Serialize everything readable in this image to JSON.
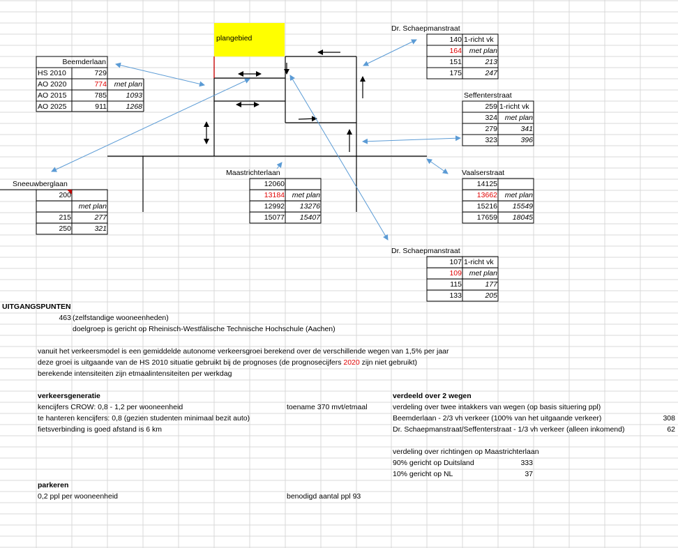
{
  "sheet": {
    "plangebied": "plangebied",
    "beemderlaan": {
      "title": "Beemderlaan",
      "rows": [
        {
          "label": "HS 2010",
          "value": "729",
          "plan": ""
        },
        {
          "label": "AO 2020",
          "value": "774",
          "plan": "met plan"
        },
        {
          "label": "AO 2015",
          "value": "785",
          "plan": "1093"
        },
        {
          "label": "AO 2025",
          "value": "911",
          "plan": "1268"
        }
      ]
    },
    "schaepman_top": {
      "title": "Dr. Schaepmanstraat",
      "rows": [
        {
          "value": "140",
          "plan": "1-richt vk"
        },
        {
          "value": "164",
          "plan": "met plan"
        },
        {
          "value": "151",
          "plan": "213"
        },
        {
          "value": "175",
          "plan": "247"
        }
      ]
    },
    "seffenter": {
      "title": "Seffenterstraat",
      "rows": [
        {
          "value": "259",
          "plan": "1-richt vk"
        },
        {
          "value": "324",
          "plan": "met plan"
        },
        {
          "value": "279",
          "plan": "341"
        },
        {
          "value": "323",
          "plan": "396"
        }
      ]
    },
    "sneeuwberg": {
      "title": "Sneeuwberglaan",
      "rows": [
        {
          "value": "200",
          "plan": ""
        },
        {
          "value": "",
          "plan": "met plan"
        },
        {
          "value": "215",
          "plan": "277"
        },
        {
          "value": "250",
          "plan": "321"
        }
      ]
    },
    "maastrichter": {
      "title": "Maastrichterlaan",
      "rows": [
        {
          "value": "12060",
          "plan": ""
        },
        {
          "value": "13184",
          "plan": "met plan"
        },
        {
          "value": "12992",
          "plan": "13276"
        },
        {
          "value": "15077",
          "plan": "15407"
        }
      ]
    },
    "vaalser": {
      "title": "Vaalserstraat",
      "rows": [
        {
          "value": "14125",
          "plan": ""
        },
        {
          "value": "13662",
          "plan": "met plan"
        },
        {
          "value": "15216",
          "plan": "15549"
        },
        {
          "value": "17659",
          "plan": "18045"
        }
      ]
    },
    "schaepman_bottom": {
      "title": "Dr. Schaepmanstraat",
      "rows": [
        {
          "value": "107",
          "plan": "1-richt vk"
        },
        {
          "value": "109",
          "plan": "met plan"
        },
        {
          "value": "115",
          "plan": "177"
        },
        {
          "value": "133",
          "plan": "205"
        }
      ]
    },
    "uitgangspunten": {
      "heading": "UITGANGSPUNTEN",
      "units_value": "463",
      "units_text": "(zelfstandige wooneenheden)",
      "doelgroep": "doelgroep is gericht op Rheinisch-Westfälische Technische Hochschule (Aachen)",
      "line1": "vanuit het verkeersmodel is een gemiddelde autonome verkeersgroei berekend over de verschillende wegen van 1,5% per jaar",
      "line2_pre": "deze groei is uitgaande van de HS 2010 situatie gebruikt bij de prognoses (de prognosecijfers ",
      "line2_year": "2020",
      "line2_post": " zijn niet gebruikt)",
      "line3": "berekende intensiteiten zijn etmaalintensiteiten per werkdag"
    },
    "verkeersgeneratie": {
      "heading": "verkeersgeneratie",
      "crow": "kencijfers CROW: 0,8 - 1,2 per wooneenheid",
      "toename": "toename 370 mvt/etmaal",
      "hanteren": "te hanteren kencijfers: 0,8 (gezien studenten minimaal bezit auto)",
      "fiets": "fietsverbinding is goed afstand is 6 km"
    },
    "verdeeld": {
      "heading": "verdeeld over 2 wegen",
      "intro": "verdeling over twee intakkers van wegen (op basis situering ppl)",
      "beemderlaan_text": "Beemderlaan - 2/3 vh verkeer (100% van het uitgaande verkeer)",
      "beemderlaan_value": "308",
      "schaepman_text": "Dr. Schaepmanstraat/Seffenterstraat - 1/3 vh verkeer (alleen inkomend)",
      "schaepman_value": "62",
      "richtingen": "verdeling over richtingen op Maastrichterlaan",
      "duitsland_text": "90% gericht op Duitsland",
      "duitsland_value": "333",
      "nl_text": "10% gericht op NL",
      "nl_value": "37"
    },
    "parkeren": {
      "heading": "parkeren",
      "norm": "0,2 ppl per wooneenheid",
      "benodigd": "benodigd aantal ppl 93"
    }
  }
}
